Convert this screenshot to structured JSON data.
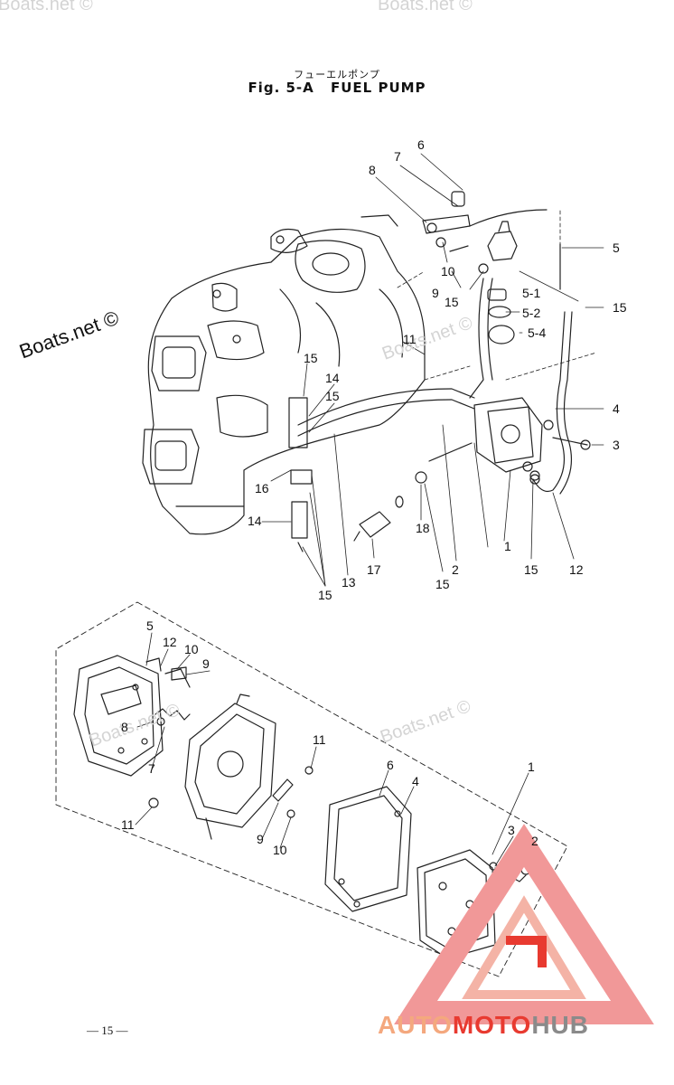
{
  "header": {
    "japanese_title": "フューエルポンプ",
    "fig_label": "Fig. 5-A",
    "title": "FUEL PUMP"
  },
  "watermarks": {
    "boats_net": "Boats.net ©"
  },
  "logo": {
    "part1": "AUTO",
    "part2": "MOTO",
    "part3": "HUB",
    "colors": {
      "light": "#f4a87e",
      "red": "#e83a30",
      "gray": "#8a8a8a"
    }
  },
  "page_number": "— 15 —",
  "callouts_upper": [
    "6",
    "7",
    "8",
    "5",
    "10",
    "9",
    "15",
    "5-1",
    "15",
    "5-2",
    "5-4",
    "11",
    "15",
    "14",
    "15",
    "4",
    "3",
    "16",
    "14",
    "18",
    "17",
    "13",
    "2",
    "15",
    "1",
    "15",
    "12",
    "15"
  ],
  "callouts_lower": [
    "5",
    "12",
    "10",
    "9",
    "8",
    "7",
    "11",
    "6",
    "4",
    "1",
    "3",
    "2",
    "11",
    "9",
    "10"
  ]
}
